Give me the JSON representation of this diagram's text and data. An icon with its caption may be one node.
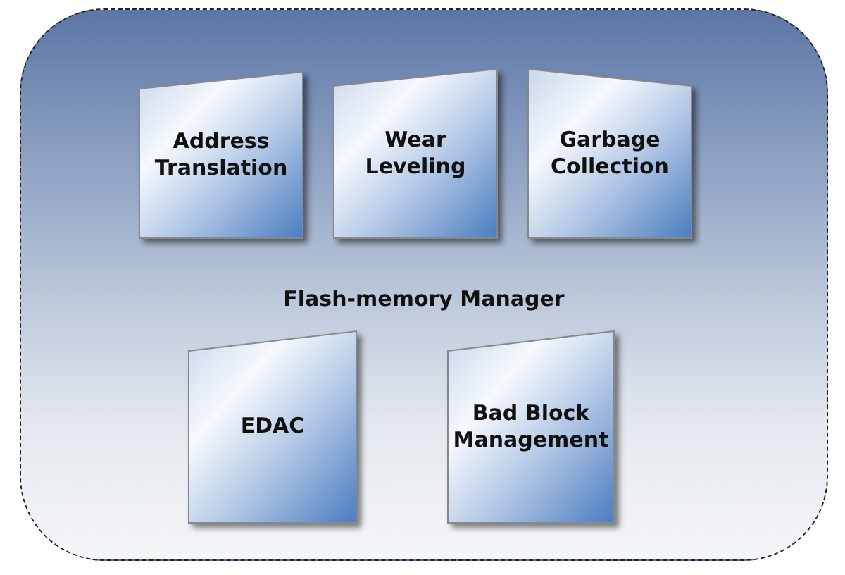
{
  "diagram": {
    "nodes": [
      {
        "text": [
          "Flash-memory Manager"
        ]
      },
      {
        "text": [
          "Address Translation"
        ],
        "in": 0
      },
      {
        "text": [
          "Wear Leveling"
        ],
        "in": 0
      },
      {
        "text": [
          "Garbage Collection"
        ],
        "in": 0
      },
      {
        "text": [
          "EDAC"
        ],
        "in": 0
      },
      {
        "text": [
          "Bad Block Management"
        ],
        "in": 0
      }
    ]
  }
}
